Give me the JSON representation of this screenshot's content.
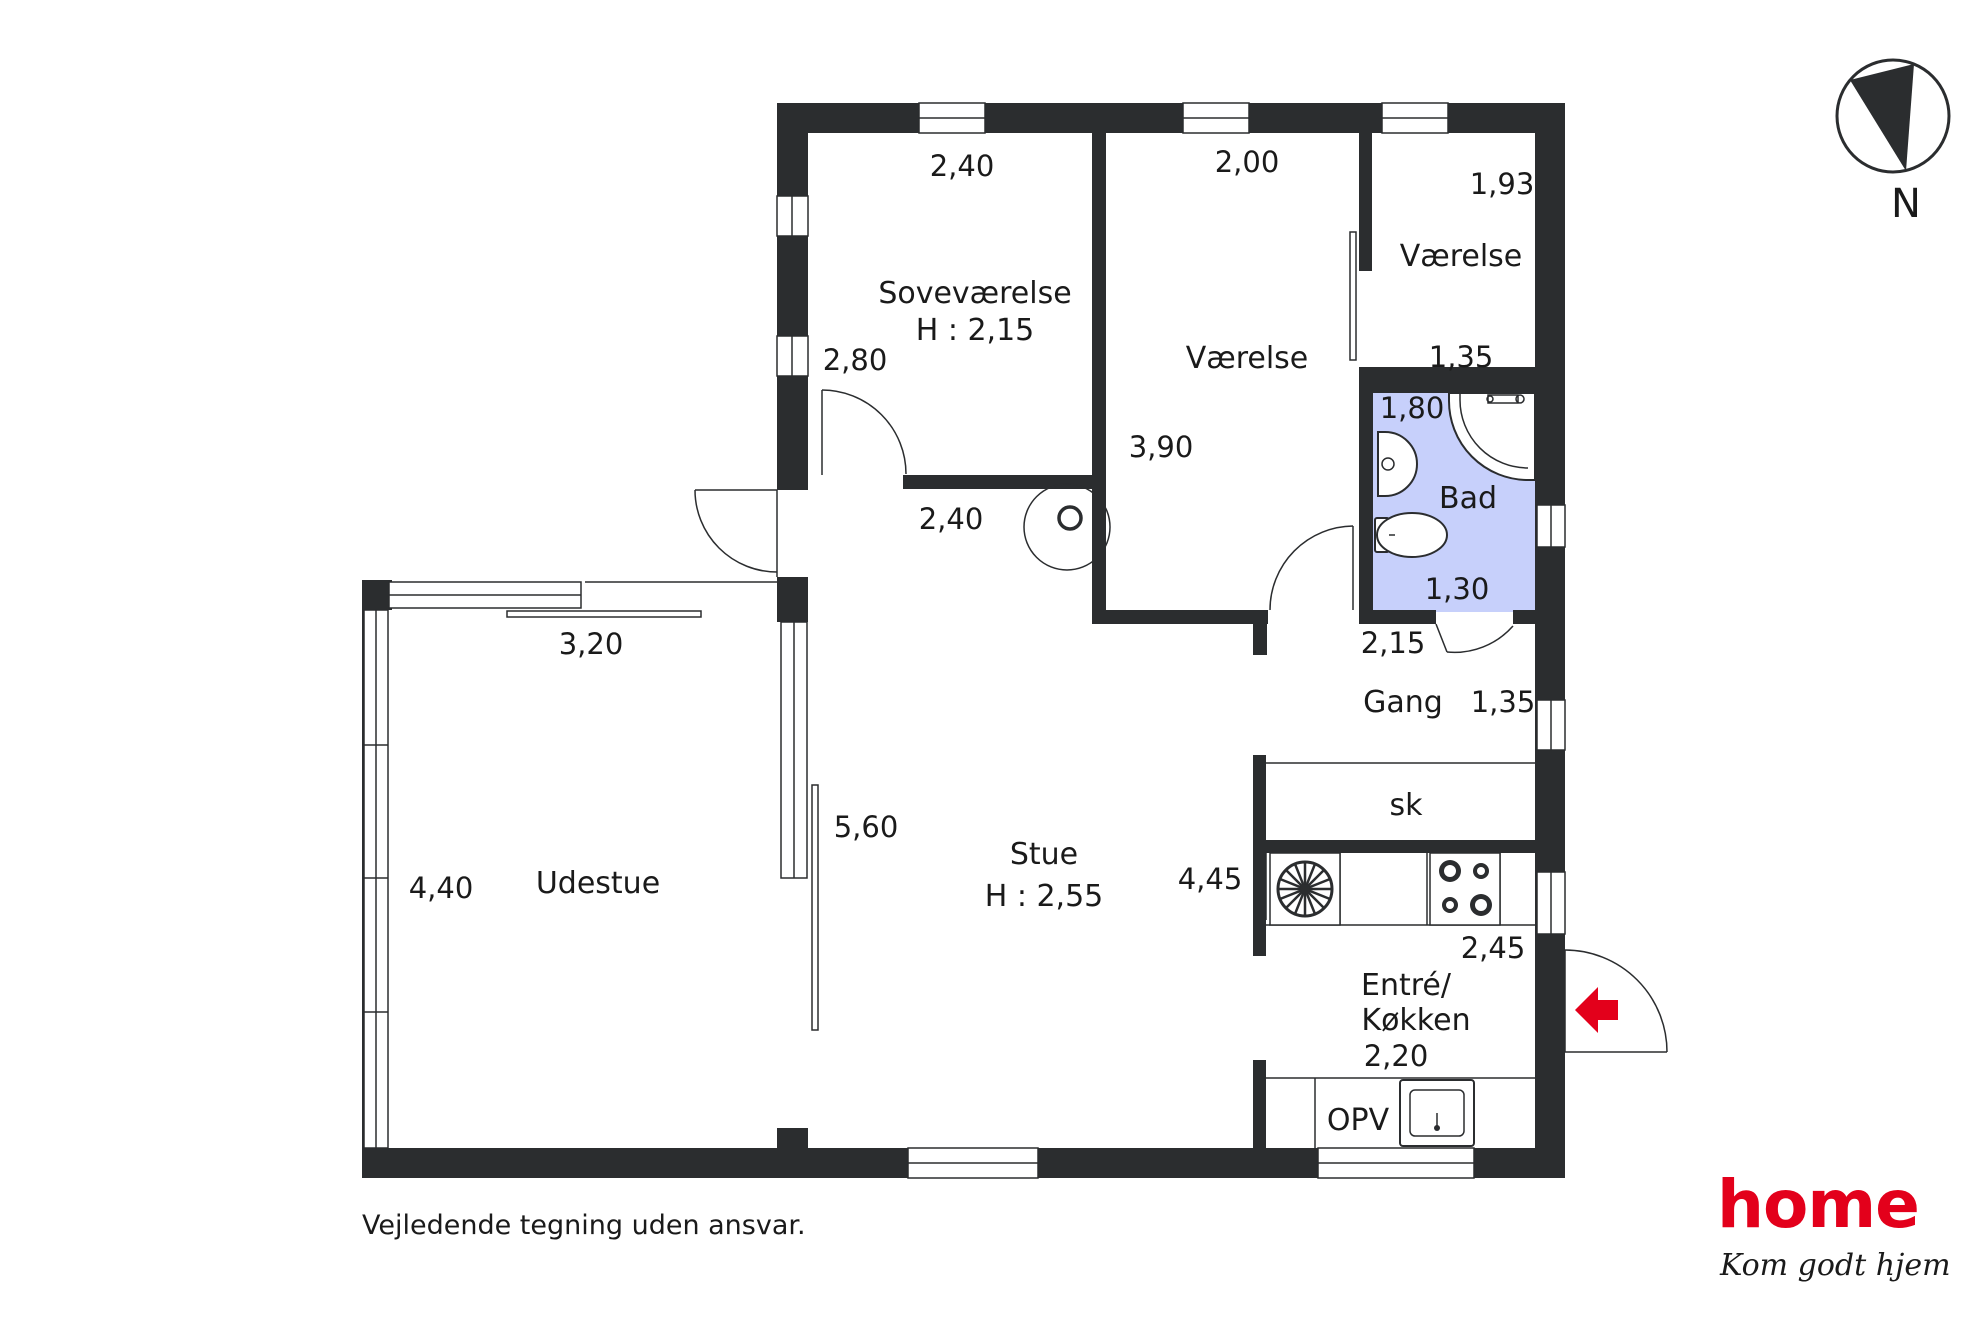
{
  "plan": {
    "rooms": {
      "sovevaerelse": {
        "name": "Soveværelse",
        "height": "H : 2,15"
      },
      "vaerelse_mid": {
        "name": "Værelse"
      },
      "vaerelse_right": {
        "name": "Værelse"
      },
      "bad": {
        "name": "Bad"
      },
      "gang": {
        "name": "Gang"
      },
      "sk": {
        "name": "sk"
      },
      "stue": {
        "name": "Stue",
        "height": "H : 2,55"
      },
      "udestue": {
        "name": "Udestue"
      },
      "entre_line1": "Entré/",
      "entre_line2": "Køkken",
      "opv": "OPV"
    },
    "dimensions": {
      "sov_top": "2,40",
      "sov_side": "2,80",
      "sov_bottom": "2,40",
      "vaer_top": "2,00",
      "vaer_side": "3,90",
      "vaer2_side": "1,93",
      "vaer2_bottom": "1,35",
      "bad_top": "1,80",
      "bad_bottom": "1,30",
      "gang_top": "2,15",
      "gang_side": "1,35",
      "udestue_top": "3,20",
      "udestue_side": "4,40",
      "stue_side": "5,60",
      "kitchen_side": "4,45",
      "kitchen_top": "2,45",
      "kitchen_bottom": "2,20"
    },
    "colors": {
      "wall": "#2b2d2f",
      "bathroom": "#c7d0fb",
      "entry_arrow": "#e3001b"
    }
  },
  "compass": {
    "label": "N"
  },
  "footer": {
    "disclaimer": "Vejledende tegning uden ansvar."
  },
  "brand": {
    "logo_text": "home",
    "tagline": "Kom godt hjem"
  }
}
